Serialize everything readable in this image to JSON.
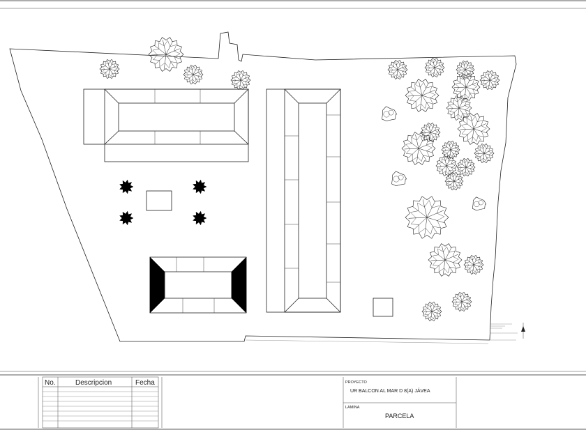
{
  "title_block": {
    "revisions_header": {
      "no": "No.",
      "description": "Descripcion",
      "date": "Fecha"
    },
    "project_label": "PROYECTO",
    "project_name": "UR BALCON AL MAR D 8(A) JÁVEA",
    "sheet_label": "LAMINA",
    "sheet_name": "PARCELA"
  },
  "plan": {
    "line_color": "#222222",
    "shade_color": "#000000",
    "tree_icon": "tree-canopy-icon",
    "shrub_icon": "shrub-icon",
    "bush_icon": "bush-outline-icon",
    "compass_icon": "north-arrow-icon"
  }
}
